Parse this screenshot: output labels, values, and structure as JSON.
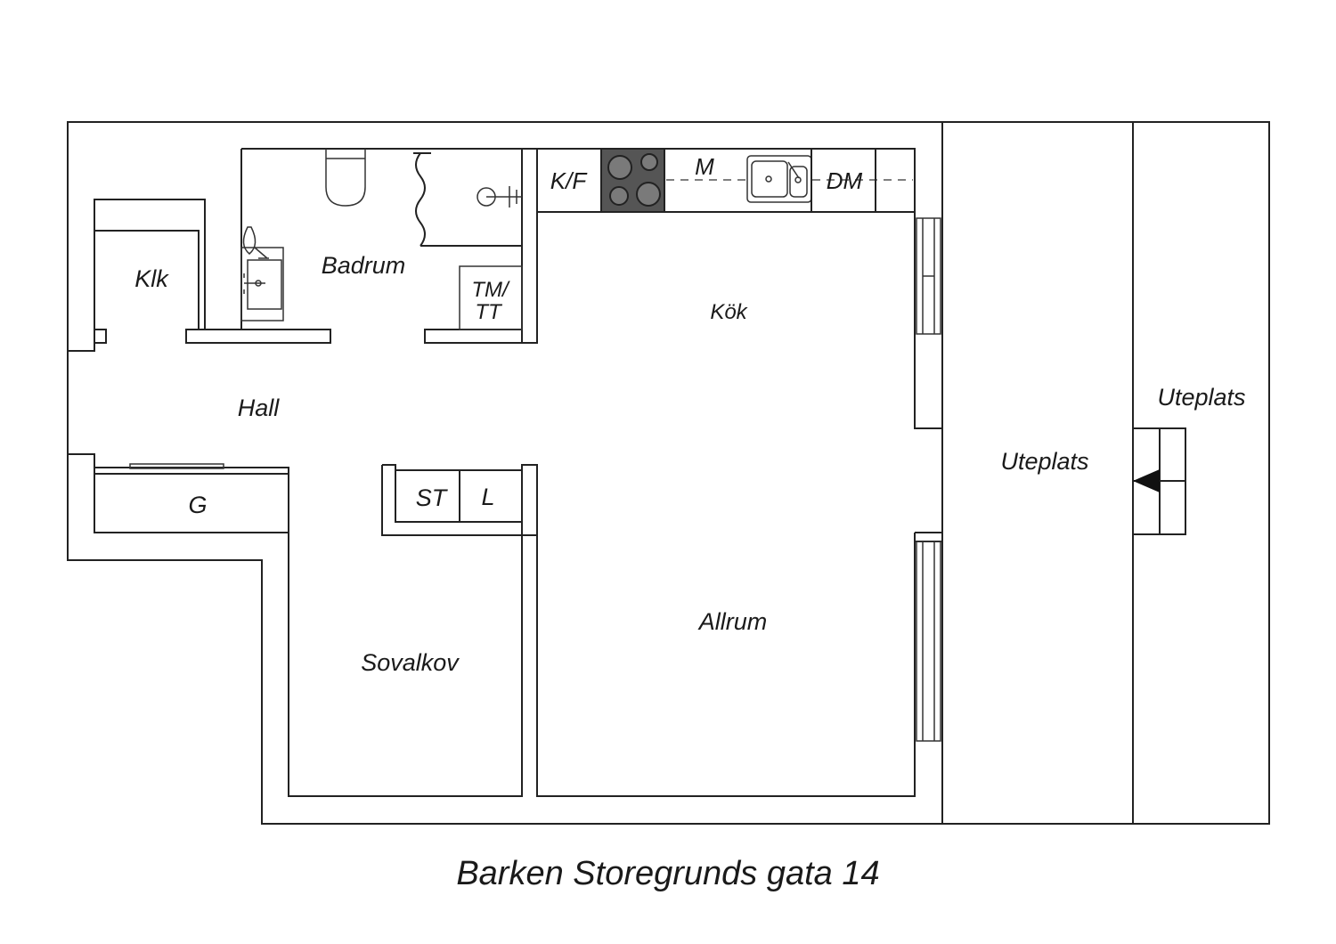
{
  "rooms": {
    "klk": "Klk",
    "badrum": "Badrum",
    "tm_tt_1": "TM/",
    "tm_tt_2": "TT",
    "kok": "Kök",
    "hall": "Hall",
    "g": "G",
    "st": "ST",
    "l": "L",
    "sovalkov": "Sovalkov",
    "allrum": "Allrum",
    "uteplats_inner": "Uteplats",
    "uteplats_outer": "Uteplats"
  },
  "kitchen": {
    "kf": "K/F",
    "m": "M",
    "dm": "DM"
  },
  "colors": {
    "line": "#222222",
    "stove": "#555555",
    "background": "#ffffff"
  },
  "footer": {
    "address": "Barken Storegrunds gata 14"
  }
}
